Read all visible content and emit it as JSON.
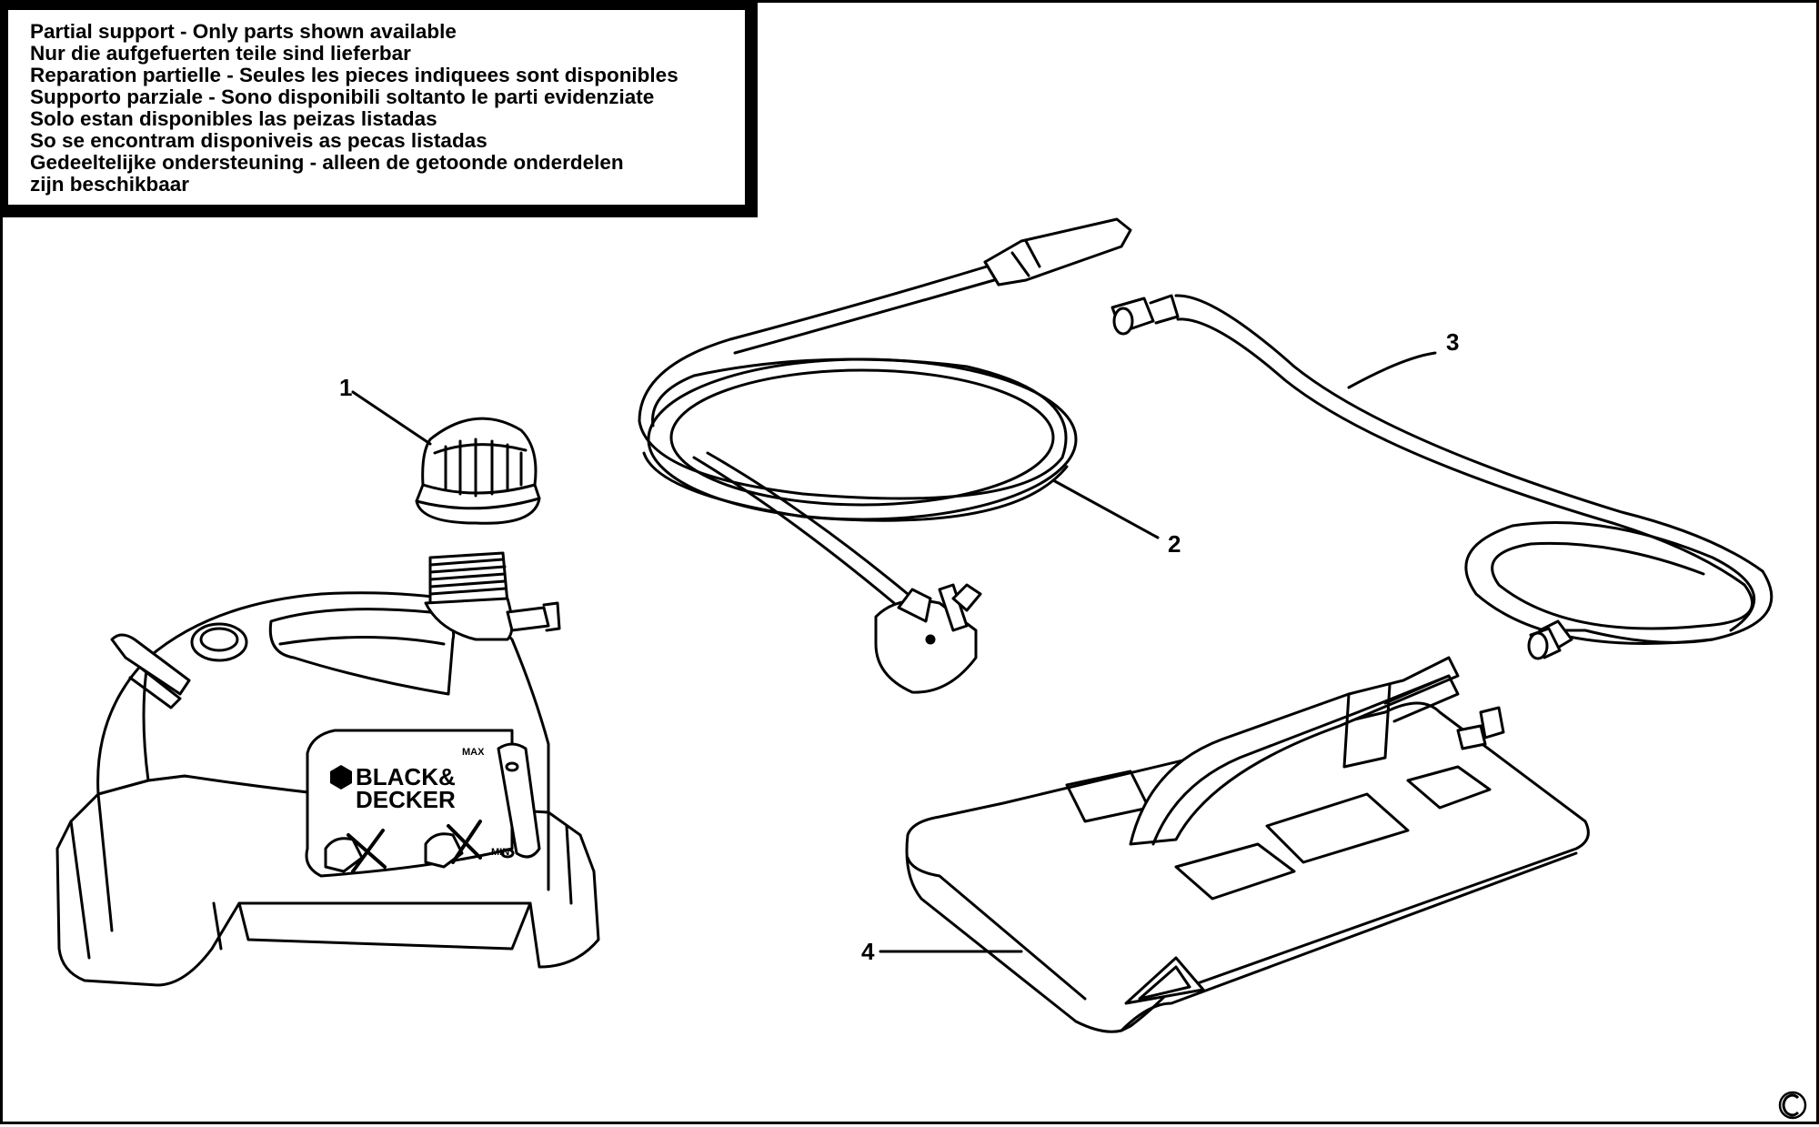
{
  "notice": {
    "lines": [
      "Partial support - Only parts shown available",
      "Nur die aufgefuerten teile sind lieferbar",
      "Reparation partielle - Seules les pieces indiquees sont disponibles",
      "Supporto parziale - Sono disponibili soltanto le parti evidenziate",
      "Solo estan disponibles las peizas listadas",
      "So se encontram disponiveis as pecas listadas",
      "Gedeeltelijke ondersteuning - alleen de getoonde onderdelen",
      "zijn beschikbaar"
    ]
  },
  "parts": [
    {
      "number": "1",
      "name": "filler cap"
    },
    {
      "number": "2",
      "name": "power cord with plug"
    },
    {
      "number": "3",
      "name": "steam hose"
    },
    {
      "number": "4",
      "name": "steam plate"
    }
  ],
  "unit": {
    "brand_line1": "BLACK&",
    "brand_line2": "DECKER",
    "max_label": "MAX",
    "min_label": "MIN"
  },
  "copyright_symbol": "©"
}
